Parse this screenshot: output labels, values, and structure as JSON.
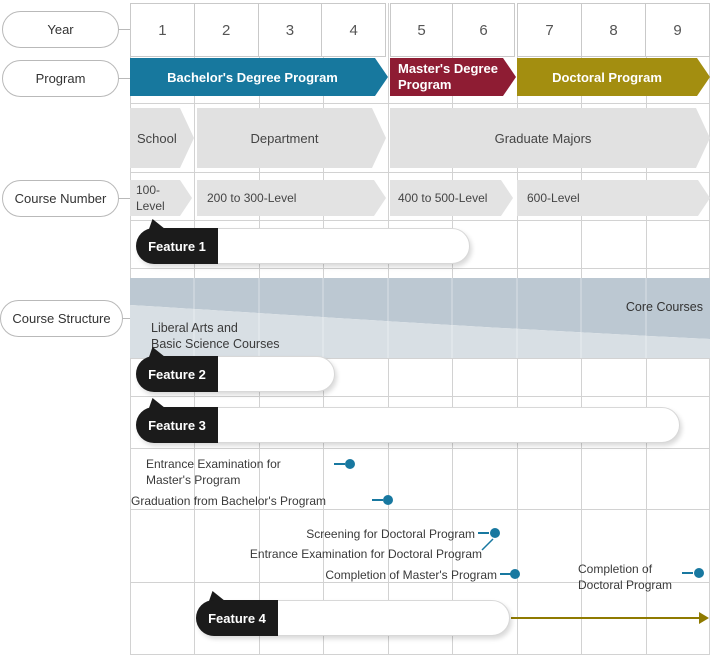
{
  "side_labels": {
    "year": "Year",
    "program": "Program",
    "course_number": "Course Number",
    "course_structure": "Course Structure"
  },
  "years": [
    "1",
    "2",
    "3",
    "4",
    "5",
    "6",
    "7",
    "8",
    "9"
  ],
  "programs": {
    "bachelor": {
      "label": "Bachelor's Degree Program",
      "color": "#17789E"
    },
    "master": {
      "line1": "Master's Degree",
      "line2": "Program",
      "color": "#8E1C33"
    },
    "doctoral": {
      "label": "Doctoral Program",
      "color": "#A38E10"
    }
  },
  "organization": {
    "school": "School",
    "department": "Department",
    "graduate_majors": "Graduate Majors"
  },
  "course_numbers": {
    "level100_line1": "100-",
    "level100_line2": "Level",
    "level200_300": "200 to 300-Level",
    "level400_500": "400 to 500-Level",
    "level600": "600-Level"
  },
  "course_structure": {
    "core": "Core Courses",
    "liberal_line1": "Liberal Arts and",
    "liberal_line2": "Basic Science Courses",
    "core_band_color": "#BCC8D2",
    "liberal_band_color": "#D8DFE4"
  },
  "features": {
    "f1": "Feature 1",
    "f2": "Feature 2",
    "f3": "Feature 3",
    "f4": "Feature 4"
  },
  "milestones": {
    "entrance_master_line1": "Entrance Examination for",
    "entrance_master_line2": "Master's Program",
    "graduation_bachelor": "Graduation from Bachelor's Program",
    "screening_doctoral": "Screening for Doctoral Program",
    "entrance_doctoral": "Entrance Examination for Doctoral Program",
    "completion_master": "Completion of Master's Program",
    "completion_doctoral_line1": "Completion of",
    "completion_doctoral_line2": "Doctoral Program",
    "dot_color": "#1878A0"
  },
  "colors": {
    "gold_arrow": "#8F7A00",
    "tag_black": "#1B1B1B",
    "grid": "#D2D2D2"
  }
}
